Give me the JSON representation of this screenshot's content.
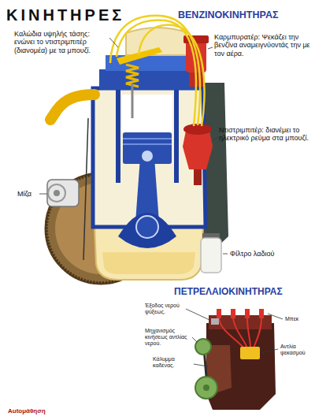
{
  "diagram": {
    "title": "ΚΙΝΗΤΗΡΕΣ",
    "labels": [
      "ΒΕΝΖΙΝΟΚΙΝΗΤΗΡΑΣ",
      "Καλώδια υψηλής τάσης: ενώνει το ντιστριμπιτέρ (διανομέα) με τα μπουζί.",
      "Καρμπυρατέρ: Ψεκάζει την βενζίνα αναμειγνύοντάς την με τον αέρα.",
      "Ντιστριμπιτέρ: διανέμει το ηλεκτρικό ρεύμα στα μπουζί.",
      "Μίζα",
      "Φίλτρο λαδιού",
      "ΠΕΤΡΕΛΑΙΟΚΙΝΗΤΗΡΑΣ",
      "Έξοδος νερού ψύξεως.",
      "Μπεκ",
      "Μηχανισμός κινήσεως αντλίας νερού.",
      "Αντλία ψεκασμού",
      "Κάλυμμα καδένας.",
      "Autoμάθηση"
    ]
  }
}
